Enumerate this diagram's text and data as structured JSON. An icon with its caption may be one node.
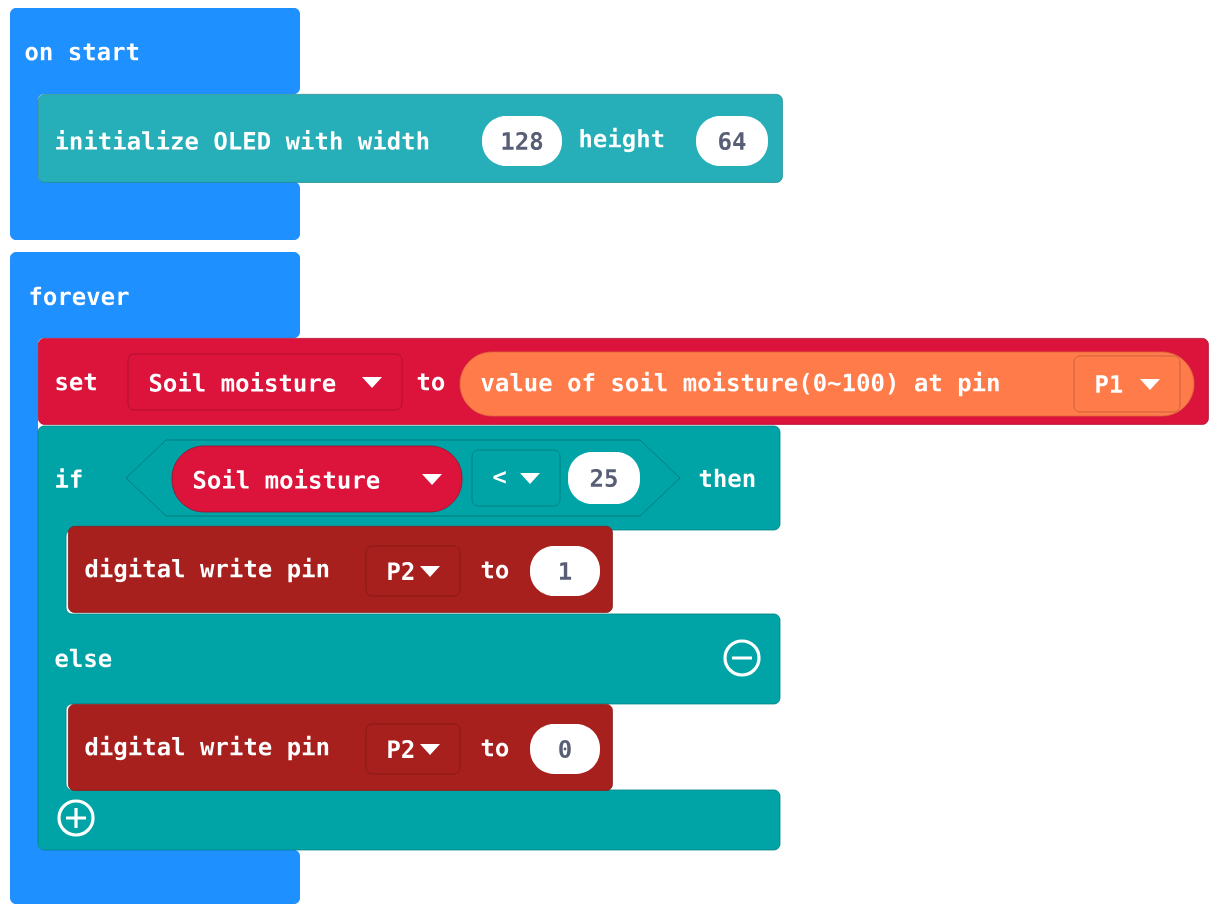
{
  "diagram": {
    "nodes": [
      {
        "text": [
          "on start"
        ]
      },
      {
        "text": [
          "initialize OLED with width",
          "height"
        ]
      },
      {
        "text": [
          "128"
        ],
        "in": 1
      },
      {
        "text": [
          "64"
        ],
        "in": 1
      },
      {
        "text": [
          "forever"
        ]
      },
      {
        "text": [
          "set",
          "to"
        ]
      },
      {
        "text": [
          "Soil moisture"
        ],
        "in": 5
      },
      {
        "text": [
          "value of soil moisture(0~100) at pin"
        ],
        "in": 5
      },
      {
        "text": [
          "P1"
        ],
        "in": 7
      },
      {
        "text": [
          "if",
          "then",
          "else"
        ]
      },
      {
        "text": [],
        "shape": "hexagon",
        "in": 9
      },
      {
        "text": [
          "Soil moisture"
        ],
        "in": 10
      },
      {
        "text": [
          "<"
        ],
        "in": 10
      },
      {
        "text": [
          "25"
        ],
        "in": 10
      },
      {
        "text": [
          "digital write pin",
          "to"
        ],
        "in": 9
      },
      {
        "text": [
          "P2"
        ],
        "in": 14
      },
      {
        "text": [
          "1"
        ],
        "in": 14
      },
      {
        "text": [
          "digital write pin",
          "to"
        ],
        "in": 9
      },
      {
        "text": [
          "P2"
        ],
        "in": 17
      },
      {
        "text": [
          "0"
        ],
        "in": 17
      }
    ]
  }
}
